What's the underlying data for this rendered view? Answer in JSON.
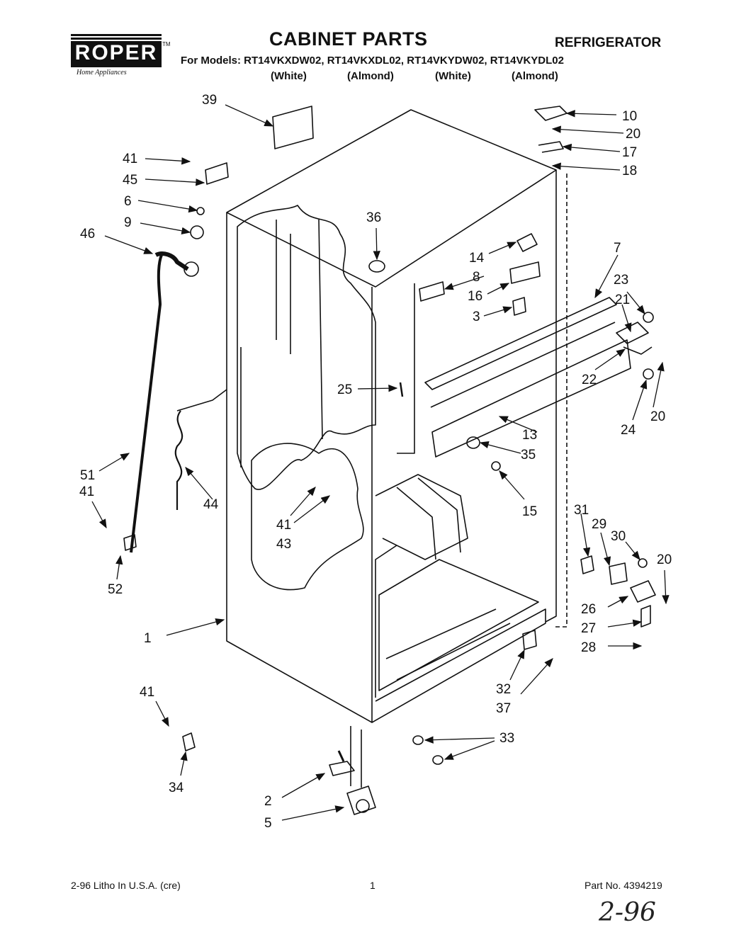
{
  "header": {
    "brand": "ROPER",
    "trademark": "TM",
    "tagline": "Home Appliances",
    "title": "CABINET PARTS",
    "category": "REFRIGERATOR",
    "models_line": "For Models: RT14VKXDW02, RT14VKXDL02, RT14VKYDW02, RT14VKYDL02",
    "model_colors": [
      "(White)",
      "(Almond)",
      "(White)",
      "(Almond)"
    ]
  },
  "callouts": [
    {
      "id": "c39",
      "label": "39"
    },
    {
      "id": "c10",
      "label": "10"
    },
    {
      "id": "c20a",
      "label": "20"
    },
    {
      "id": "c17",
      "label": "17"
    },
    {
      "id": "c18",
      "label": "18"
    },
    {
      "id": "c41a",
      "label": "41"
    },
    {
      "id": "c45",
      "label": "45"
    },
    {
      "id": "c6",
      "label": "6"
    },
    {
      "id": "c9",
      "label": "9"
    },
    {
      "id": "c46",
      "label": "46"
    },
    {
      "id": "c36",
      "label": "36"
    },
    {
      "id": "c14",
      "label": "14"
    },
    {
      "id": "c7",
      "label": "7"
    },
    {
      "id": "c8",
      "label": "8"
    },
    {
      "id": "c16",
      "label": "16"
    },
    {
      "id": "c23",
      "label": "23"
    },
    {
      "id": "c21",
      "label": "21"
    },
    {
      "id": "c3",
      "label": "3"
    },
    {
      "id": "c22",
      "label": "22"
    },
    {
      "id": "c25",
      "label": "25"
    },
    {
      "id": "c24",
      "label": "24"
    },
    {
      "id": "c20b",
      "label": "20"
    },
    {
      "id": "c13",
      "label": "13"
    },
    {
      "id": "c35",
      "label": "35"
    },
    {
      "id": "c51",
      "label": "51"
    },
    {
      "id": "c41b",
      "label": "41"
    },
    {
      "id": "c44",
      "label": "44"
    },
    {
      "id": "c15",
      "label": "15"
    },
    {
      "id": "c41c",
      "label": "41"
    },
    {
      "id": "c43",
      "label": "43"
    },
    {
      "id": "c52",
      "label": "52"
    },
    {
      "id": "c31",
      "label": "31"
    },
    {
      "id": "c29",
      "label": "29"
    },
    {
      "id": "c30",
      "label": "30"
    },
    {
      "id": "c20c",
      "label": "20"
    },
    {
      "id": "c26",
      "label": "26"
    },
    {
      "id": "c27",
      "label": "27"
    },
    {
      "id": "c1",
      "label": "1"
    },
    {
      "id": "c28",
      "label": "28"
    },
    {
      "id": "c32",
      "label": "32"
    },
    {
      "id": "c37",
      "label": "37"
    },
    {
      "id": "c41d",
      "label": "41"
    },
    {
      "id": "c33",
      "label": "33"
    },
    {
      "id": "c34",
      "label": "34"
    },
    {
      "id": "c2",
      "label": "2"
    },
    {
      "id": "c5",
      "label": "5"
    }
  ],
  "footer": {
    "print_info": "2-96 Litho In U.S.A. (cre)",
    "page_number": "1",
    "part_number": "Part No. 4394219",
    "handwritten_note": "2-96"
  }
}
